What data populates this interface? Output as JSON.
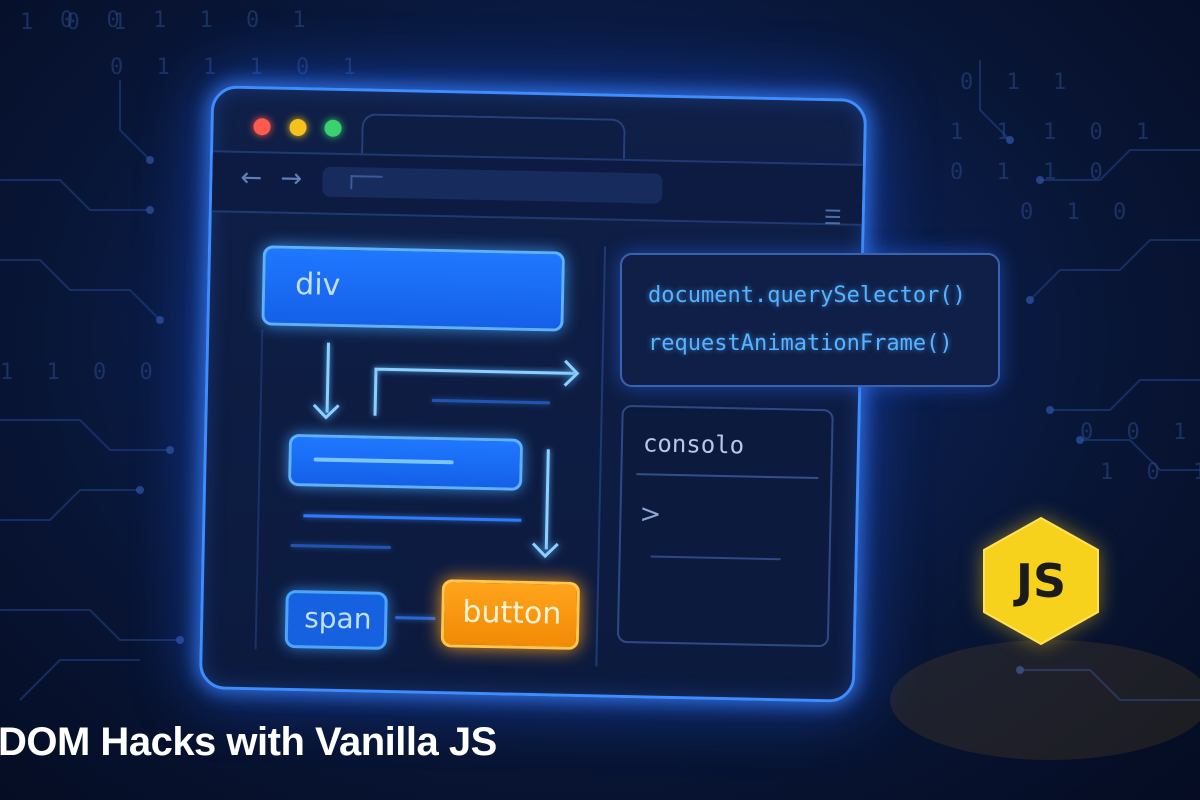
{
  "headline": "DOM Hacks with Vanilla JS",
  "dom_tree": {
    "root_label": "div",
    "child_label": "span",
    "button_label": "button"
  },
  "code_snippets": [
    "document.querySelector()",
    "requestAnimationFrame()"
  ],
  "console": {
    "title": "consolo",
    "prompt": ">"
  },
  "logo": {
    "text": "JS"
  },
  "window_controls": [
    "close",
    "minimize",
    "maximize"
  ],
  "background_digits": [
    "0 0 1 1 0 1",
    "0 1 1 1 0 1",
    "1 0 1",
    "0 1 1",
    "1 1 1 0 1",
    "0 1 1 0",
    "0 1 0",
    "0 0 1",
    "1 0 1",
    "1 1 0 0"
  ],
  "colors": {
    "accent_blue": "#3f8cff",
    "button_orange": "#f28a06",
    "js_yellow": "#f7d21c",
    "code_text": "#56b3ff"
  },
  "icons": [
    "back-arrow-icon",
    "forward-arrow-icon",
    "menu-icon",
    "chevron-right-icon",
    "js-logo-icon"
  ]
}
